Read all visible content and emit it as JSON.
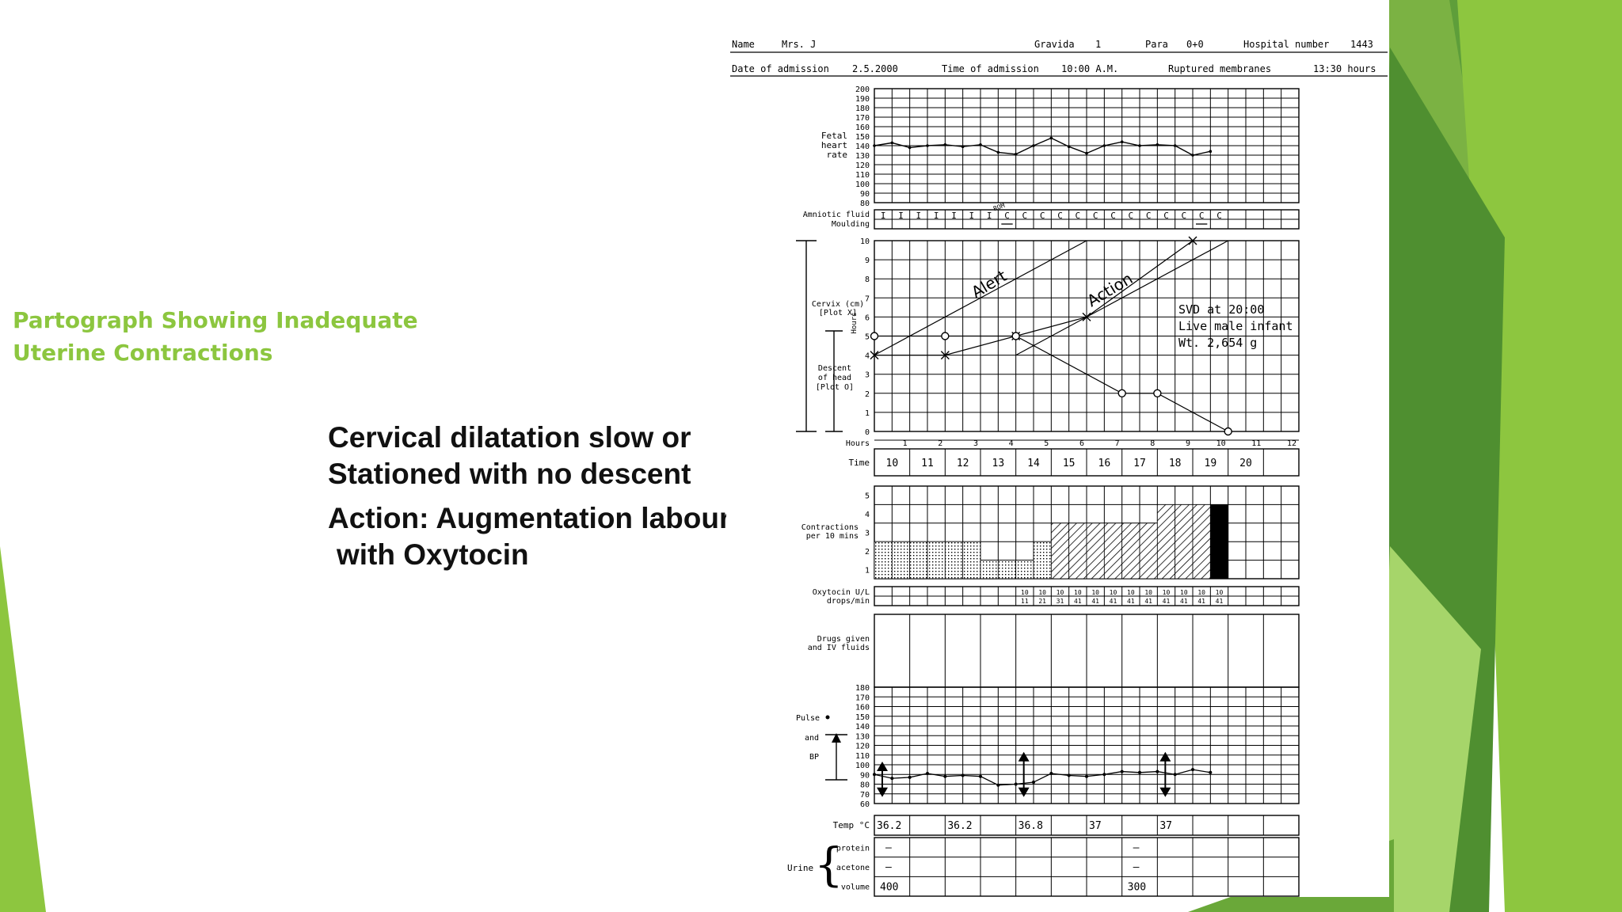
{
  "slide": {
    "title_lines": [
      "Partograph Showing Inadequate",
      "Uterine Contractions"
    ],
    "body": {
      "point1": [
        "Cervical dilatation slow or",
        "Stationed with no descent"
      ],
      "point2": [
        "Action: Augmentation labour",
        "with Oxytocin"
      ]
    },
    "colors": {
      "title": "#8cc63f",
      "green_light": "#8dc63f",
      "green_dark": "#4a8a2a",
      "text": "#111111"
    }
  },
  "chart_data": {
    "type": "line",
    "header": {
      "name_label": "Name",
      "name_value": "Mrs. J",
      "gravida_label": "Gravida",
      "gravida_value": "1",
      "para_label": "Para",
      "para_value": "0+0",
      "hospital_label": "Hospital number",
      "hospital_value": "1443",
      "admission_date_label": "Date of admission",
      "admission_date_value": "2.5.2000",
      "admission_time_label": "Time of admission",
      "admission_time_value": "10:00 A.M.",
      "ruptured_label": "Ruptured membranes",
      "ruptured_value": "13:30 hours"
    },
    "fhr": {
      "label_lines": [
        "Fetal",
        "heart",
        "rate"
      ],
      "ticks": [
        200,
        190,
        180,
        170,
        160,
        150,
        140,
        130,
        120,
        110,
        100,
        90,
        80
      ],
      "values": [
        140,
        143,
        138,
        140,
        141,
        139,
        141,
        133,
        131,
        140,
        148,
        139,
        132,
        140,
        144,
        140,
        141,
        140,
        130,
        134
      ]
    },
    "liquor": {
      "labels": [
        "Amniotic fluid",
        "Moulding"
      ],
      "values": [
        "I",
        "I",
        "I",
        "I",
        "I",
        "I",
        "I",
        "C",
        "C",
        "C",
        "C",
        "C",
        "C",
        "C",
        "C",
        "C",
        "C",
        "C",
        "C",
        "C"
      ],
      "rom_note": "ROM",
      "moulding_marks": [
        7,
        18
      ]
    },
    "cervix": {
      "label_lines": [
        "Cervix (cm)",
        "[Plot X]"
      ],
      "descent_lines": [
        "Descent",
        "of head",
        "[Plot O]"
      ],
      "hours_axis_label": "Hours",
      "y_ticks": [
        10,
        9,
        8,
        7,
        6,
        5,
        4,
        3,
        2,
        1,
        0
      ],
      "hours_label": "Hours",
      "hours_ticks": [
        1,
        2,
        3,
        4,
        5,
        6,
        7,
        8,
        9,
        10,
        11,
        12
      ],
      "time_label": "Time",
      "time_values": [
        "10",
        "11",
        "12",
        "13",
        "14",
        "15",
        "16",
        "17",
        "18",
        "19",
        "20"
      ],
      "alert_label": "Alert",
      "action_label": "Action",
      "dilatation": [
        [
          0,
          4
        ],
        [
          2,
          4
        ],
        [
          4,
          5
        ],
        [
          6,
          6
        ],
        [
          9,
          10
        ]
      ],
      "descent": [
        [
          0,
          5
        ],
        [
          2,
          5
        ],
        [
          4,
          5
        ],
        [
          7,
          2
        ],
        [
          8,
          2
        ],
        [
          10,
          0
        ]
      ],
      "alert_line": [
        [
          0,
          4
        ],
        [
          6,
          10
        ]
      ],
      "action_line": [
        [
          4,
          4
        ],
        [
          10,
          10
        ]
      ],
      "note_lines": [
        "SVD at 20:00",
        "Live male infant",
        "Wt. 2,654 g"
      ]
    },
    "contractions": {
      "label_lines": [
        "Contractions",
        "per 10 mins"
      ],
      "y_ticks": [
        5,
        4,
        3,
        2,
        1
      ],
      "per_half_hour": [
        [
          2,
          "dotted"
        ],
        [
          2,
          "dotted"
        ],
        [
          2,
          "dotted"
        ],
        [
          2,
          "dotted"
        ],
        [
          2,
          "dotted"
        ],
        [
          2,
          "dotted"
        ],
        [
          1,
          "dotted"
        ],
        [
          1,
          "dotted"
        ],
        [
          1,
          "dotted"
        ],
        [
          2,
          "dotted"
        ],
        [
          3,
          "hatched"
        ],
        [
          3,
          "hatched"
        ],
        [
          3,
          "hatched"
        ],
        [
          3,
          "hatched"
        ],
        [
          3,
          "hatched"
        ],
        [
          3,
          "hatched"
        ],
        [
          4,
          "hatched"
        ],
        [
          4,
          "hatched"
        ],
        [
          4,
          "hatched"
        ],
        [
          4,
          "solid"
        ]
      ]
    },
    "oxytocin": {
      "label_lines": [
        "Oxytocin U/L",
        "drops/min"
      ],
      "top_values": [
        "10",
        "10",
        "10",
        "10",
        "10",
        "10",
        "10",
        "10",
        "10",
        "10",
        "10",
        "10"
      ],
      "bottom_values": [
        "11",
        "21",
        "31",
        "41",
        "41",
        "41",
        "41",
        "41",
        "41",
        "41",
        "41",
        "41"
      ]
    },
    "drugs": {
      "label_lines": [
        "Drugs given",
        "and IV fluids"
      ]
    },
    "pulse_bp": {
      "label_lines": [
        "Pulse",
        "and",
        "BP"
      ],
      "ticks": [
        180,
        170,
        160,
        150,
        140,
        130,
        120,
        110,
        100,
        90,
        80,
        70,
        60
      ],
      "pulse": [
        90,
        86,
        87,
        91,
        88,
        89,
        88,
        79,
        80,
        82,
        91,
        89,
        88,
        90,
        93,
        92,
        93,
        90,
        95,
        92
      ],
      "bp_arrows": [
        [
          0,
          100,
          70
        ],
        [
          8,
          110,
          70
        ],
        [
          16,
          110,
          70
        ]
      ]
    },
    "temp": {
      "label": "Temp °C",
      "values": [
        [
          "36.2",
          0
        ],
        [
          "36.2",
          2
        ],
        [
          "36.8",
          4
        ],
        [
          "37",
          6
        ],
        [
          "37",
          8
        ]
      ]
    },
    "urine": {
      "label": "Urine",
      "rows": [
        "protein",
        "acetone",
        "volume"
      ],
      "protein": [
        [
          "—",
          0
        ],
        [
          "—",
          7
        ]
      ],
      "acetone": [
        [
          "—",
          0
        ],
        [
          "—",
          7
        ]
      ],
      "volume": [
        [
          "400",
          0
        ],
        [
          "300",
          7
        ]
      ]
    }
  }
}
